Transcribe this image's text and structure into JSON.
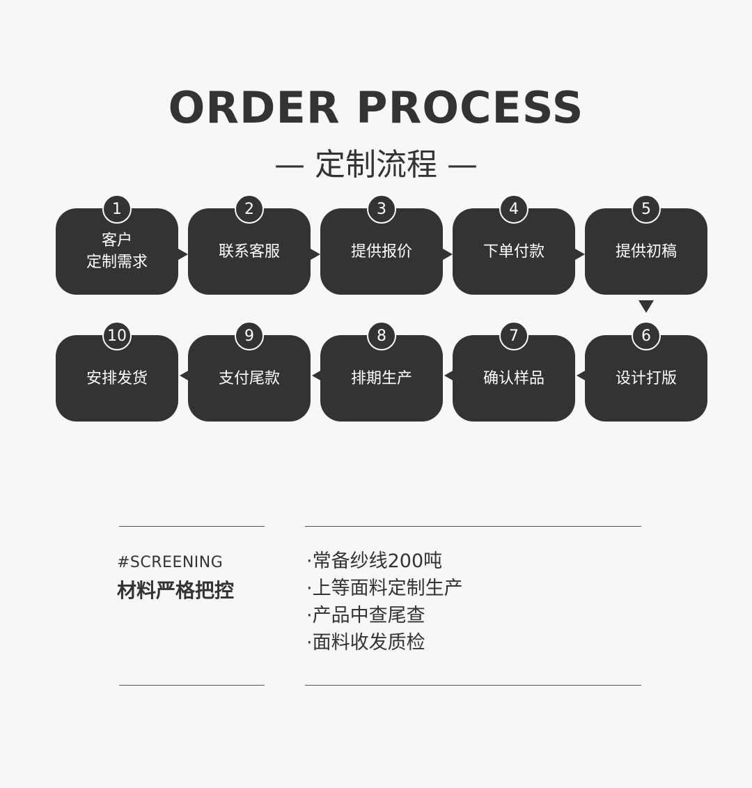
{
  "header": {
    "title": "ORDER PROCESS",
    "subtitle": "— 定制流程 —"
  },
  "steps": [
    {
      "number": "1",
      "label": "客户\n定制需求"
    },
    {
      "number": "2",
      "label": "联系客服"
    },
    {
      "number": "3",
      "label": "提供报价"
    },
    {
      "number": "4",
      "label": "下单付款"
    },
    {
      "number": "5",
      "label": "提供初稿"
    },
    {
      "number": "6",
      "label": "设计打版"
    },
    {
      "number": "7",
      "label": "确认样品"
    },
    {
      "number": "8",
      "label": "排期生产"
    },
    {
      "number": "9",
      "label": "支付尾款"
    },
    {
      "number": "10",
      "label": "安排发货"
    }
  ],
  "screening": {
    "tag": "#SCREENING",
    "heading": "材料严格把控",
    "items": [
      "·常备纱线200吨",
      "·上等面料定制生产",
      "·产品中查尾查",
      "·面料收发质检"
    ]
  }
}
